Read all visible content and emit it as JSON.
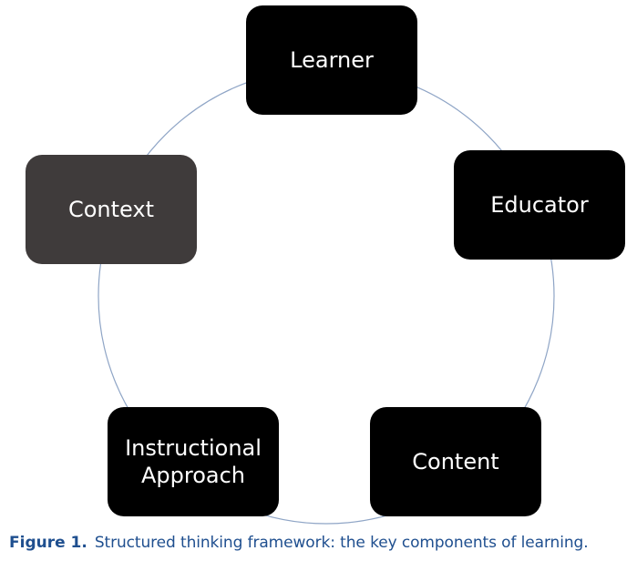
{
  "colors": {
    "node_fill": "#000000",
    "context_fill": "#3f3b3b",
    "node_text": "#ffffff",
    "ring": "#8fa5c6",
    "caption_label": "#1f4f8f",
    "caption_text": "#1f4f8f"
  },
  "diagram": {
    "nodes": [
      {
        "id": "learner",
        "label": "Learner"
      },
      {
        "id": "educator",
        "label": "Educator"
      },
      {
        "id": "content",
        "label": "Content"
      },
      {
        "id": "instructional-approach",
        "label": "Instructional\nApproach"
      },
      {
        "id": "context",
        "label": "Context"
      }
    ]
  },
  "caption": {
    "label": "Figure 1.",
    "text": "Structured thinking framework: the key components of learning."
  }
}
